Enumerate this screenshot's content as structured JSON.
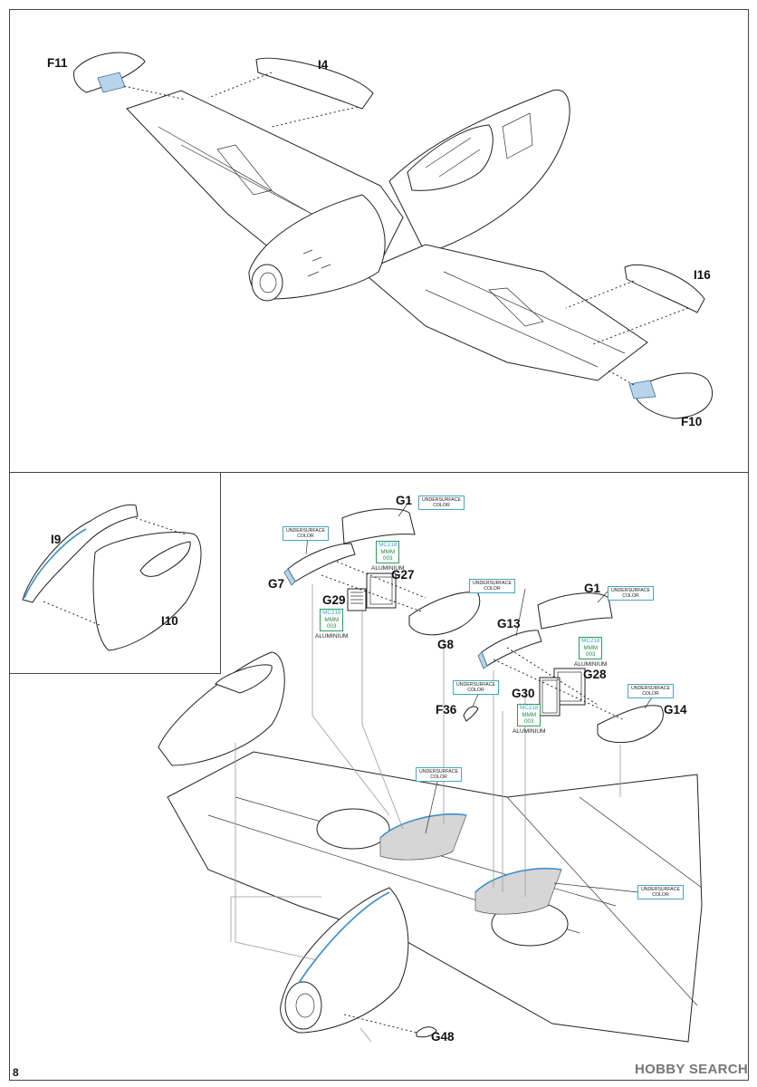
{
  "page": {
    "number": "8",
    "watermark": "HOBBY SEARCH"
  },
  "top_panel": {
    "parts": {
      "f11": "F11",
      "i4": "I4",
      "i16": "I16",
      "f10": "F10"
    }
  },
  "left_panel": {
    "parts": {
      "i9": "I9",
      "i10": "I10"
    }
  },
  "main_panel": {
    "parts": {
      "g1_a": "G1",
      "g1_b": "G1",
      "g7": "G7",
      "g27": "G27",
      "g29": "G29",
      "g8": "G8",
      "g13": "G13",
      "g28": "G28",
      "g30": "G30",
      "f36": "F36",
      "g14": "G14",
      "g48": "G48"
    },
    "notes": {
      "undersurface_1": [
        "UNDERSURFACE",
        "COLOR"
      ],
      "undersurface_2": [
        "UNDERSURFACE",
        "COLOR"
      ],
      "undersurface_3": [
        "UNDERSURFACE",
        "COLOR"
      ],
      "undersurface_4": [
        "UNDERSURFACE",
        "COLOR"
      ],
      "undersurface_5": [
        "UNDERSURFACE",
        "COLOR"
      ],
      "undersurface_6": [
        "UNDERSURFACE",
        "COLOR"
      ],
      "undersurface_7": [
        "UNDERSURFACE",
        "COLOR"
      ],
      "undersurface_8": [
        "UNDERSURFACE",
        "COLOR"
      ]
    },
    "color_tags": {
      "g27_color": {
        "mc": "MC218",
        "mmm": "MMM",
        "code": "003",
        "name": "ALUMINIUM"
      },
      "g29_color": {
        "mc": "MC218",
        "mmm": "MMM",
        "code": "003",
        "name": "ALUMINIUM"
      },
      "g28_color": {
        "mc": "MC218",
        "mmm": "MMM",
        "code": "003",
        "name": "ALUMINIUM"
      },
      "g30_color": {
        "mc": "MC218",
        "mmm": "MMM",
        "code": "003",
        "name": "ALUMINIUM"
      }
    }
  },
  "colors": {
    "part_blue": "#b8d4ea",
    "edge_blue": "#3d8fc8",
    "frame": "#444444",
    "callout_border": "#4aa3c7",
    "paint_green": "#2a8a4c"
  }
}
